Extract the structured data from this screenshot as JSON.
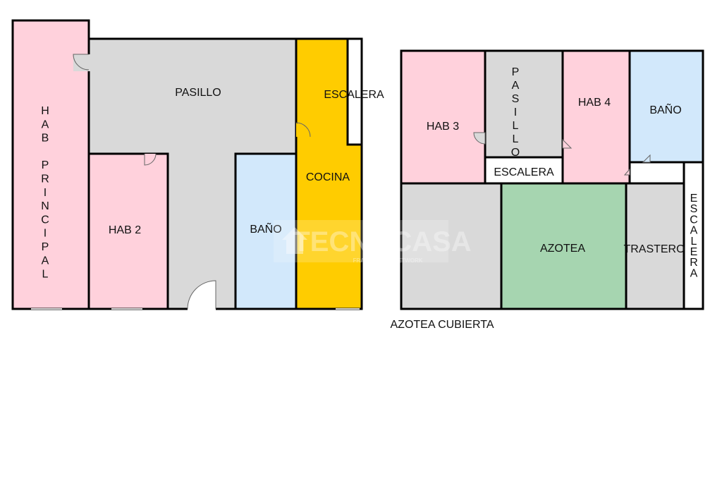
{
  "floor1": {
    "hab_principal": "HAB PRINCIPAL",
    "pasillo": "PASILLO",
    "hab2": "HAB 2",
    "bano": "BAÑO",
    "cocina": "COCINA",
    "escalera": "ESCALERA"
  },
  "floor2": {
    "hab3": "HAB 3",
    "pasillo": "PASILLO",
    "hab4": "HAB 4",
    "bano": "BAÑO",
    "escalera_h": "ESCALERA",
    "azotea": "AZOTEA",
    "trastero": "TRASTERO",
    "escalera_v": "ESCALERA",
    "azotea_cubierta": "AZOTEA CUBIERTA"
  },
  "watermark": {
    "brand": "TECNOCASA",
    "tagline": "FRANCHISING NETWORK"
  },
  "colors": {
    "bedroom": "#ffd1dc",
    "corridor": "#d9d9d9",
    "bath": "#d2e8fb",
    "kitchen": "#ffcc00",
    "terrace": "#a6d5b0",
    "wall": "#000000"
  }
}
